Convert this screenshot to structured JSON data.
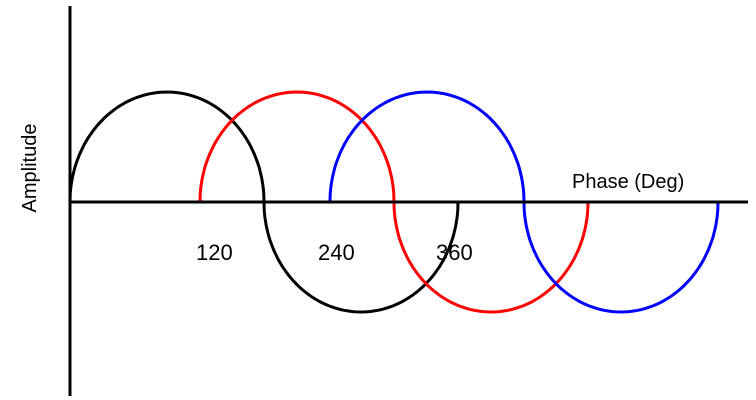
{
  "x_axis_label": "Phase (Deg)",
  "y_axis_label": "Amplitude",
  "tick_labels": [
    "120",
    "240",
    "360"
  ],
  "waves": [
    {
      "phase_shift_deg": 0,
      "color": "#000000"
    },
    {
      "phase_shift_deg": 120,
      "color": "#ff0000"
    },
    {
      "phase_shift_deg": 240,
      "color": "#0000ff"
    }
  ]
}
